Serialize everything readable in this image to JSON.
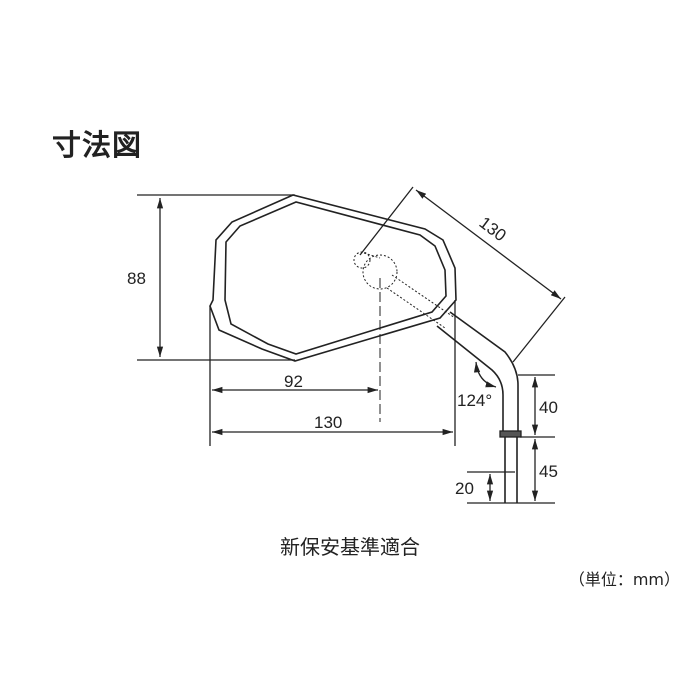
{
  "title": "寸法図",
  "caption": "新保安基準適合",
  "unit_note": "（単位：mm）",
  "dimensions": {
    "height": "88",
    "pivot_offset": "92",
    "width": "130",
    "diagonal": "130",
    "angle": "124°",
    "upper_stem": "40",
    "lower_stem": "45",
    "thread": "20"
  }
}
